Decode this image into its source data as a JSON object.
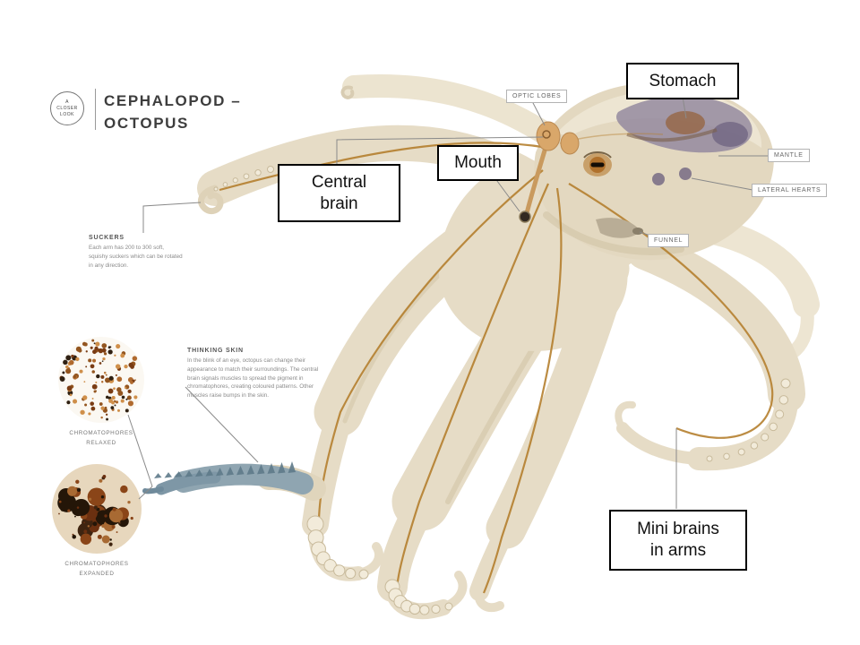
{
  "logo": {
    "line1": "A",
    "line2": "CLOSER",
    "line3": "LOOK"
  },
  "title": {
    "line1": "CEPHALOPOD –",
    "line2": "OCTOPUS"
  },
  "callouts": {
    "stomach": "Stomach",
    "mouth": "Mouth",
    "central_brain_line1": "Central",
    "central_brain_line2": "brain",
    "mini_brains_line1": "Mini brains",
    "mini_brains_line2": "in arms"
  },
  "part_labels": {
    "optic_lobes": "OPTIC LOBES",
    "mantle": "MANTLE",
    "lateral_hearts": "LATERAL HEARTS",
    "funnel": "FUNNEL"
  },
  "suckers_note": {
    "title": "SUCKERS",
    "lines": [
      "Each arm has 200 to 300 soft,",
      "squishy suckers which can be rotated",
      "in any direction."
    ]
  },
  "thinking_skin_note": {
    "title": "THINKING SKIN",
    "lines": [
      "In the blink of an eye, octopus can change their",
      "appearance to match their surroundings. The central",
      "brain signals muscles to spread the pigment in",
      "chromatophores, creating coloured patterns. Other",
      "muscles raise bumps in the skin."
    ]
  },
  "chromatophores": {
    "relaxed": {
      "line1": "CHROMATOPHORES",
      "line2": "RELAXED"
    },
    "expanded": {
      "line1": "CHROMATOPHORES",
      "line2": "EXPANDED"
    }
  },
  "colors": {
    "body_cream": "#e6dcc6",
    "nerve_orange": "#b5802f",
    "organ_purple": "#8e849c",
    "stomach_brown": "#96684a",
    "skin_blue": "#7f97a5",
    "callout_border": "#000000",
    "connector_gray": "#8a8a8a"
  }
}
